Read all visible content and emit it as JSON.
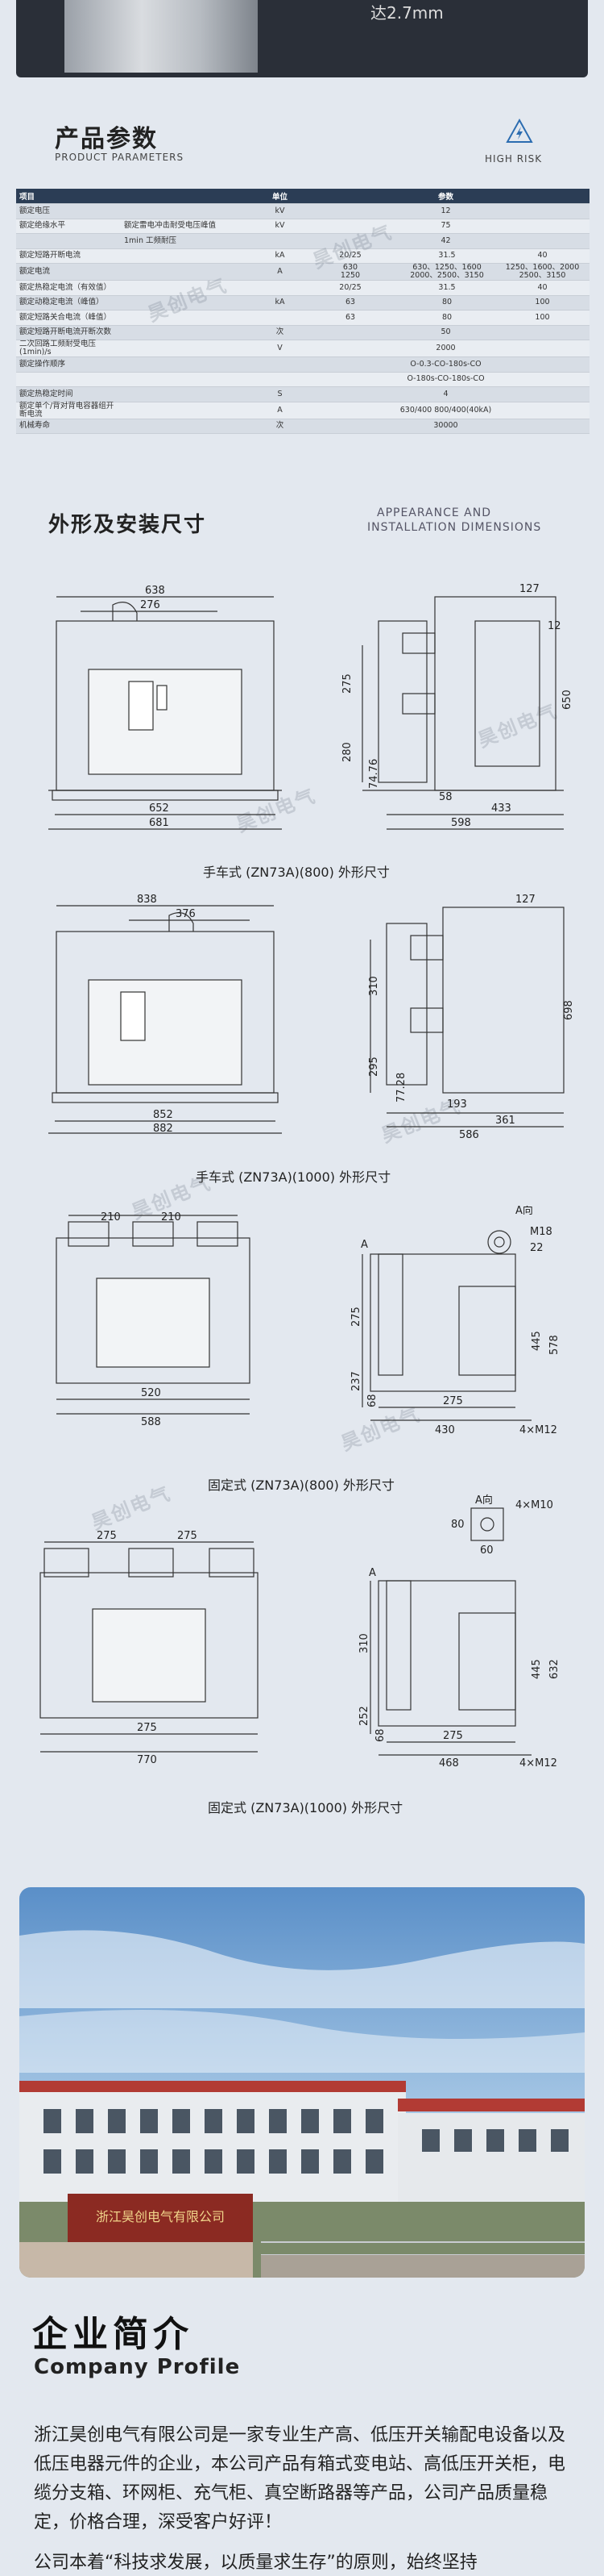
{
  "top": {
    "caption": "达2.7mm"
  },
  "params": {
    "title_cn": "产品参数",
    "title_en": "PRODUCT PARAMETERS",
    "risk_label": "HIGH RISK",
    "header": [
      "项目",
      "单位",
      "参数"
    ],
    "rows": [
      [
        "额定电压",
        "",
        "kV",
        "12",
        "",
        ""
      ],
      [
        "额定绝缘水平",
        "额定雷电冲击耐受电压峰值",
        "kV",
        "75",
        "",
        ""
      ],
      [
        "",
        "1min 工频耐压",
        "",
        "42",
        "",
        ""
      ],
      [
        "额定短路开断电流",
        "",
        "kA",
        "20/25",
        "31.5",
        "40"
      ],
      [
        "额定电流",
        "",
        "A",
        "630\n1250",
        "630、1250、1600\n2000、2500、3150",
        "1250、1600、2000\n2500、3150"
      ],
      [
        "额定热稳定电流（有效值）",
        "",
        "",
        "20/25",
        "31.5",
        "40"
      ],
      [
        "额定动稳定电流（峰值）",
        "",
        "kA",
        "63",
        "80",
        "100"
      ],
      [
        "额定短路关合电流（峰值）",
        "",
        "",
        "63",
        "80",
        "100"
      ],
      [
        "额定短路开断电流开断次数",
        "",
        "次",
        "50",
        "",
        ""
      ],
      [
        "二次回路工频耐受电压 (1min)/s",
        "",
        "V",
        "2000",
        "",
        ""
      ],
      [
        "额定操作顺序",
        "",
        "",
        "O-0.3-CO-180s-CO",
        "",
        ""
      ],
      [
        "",
        "",
        "",
        "O-180s-CO-180s-CO",
        "",
        ""
      ],
      [
        "额定热稳定时间",
        "",
        "S",
        "4",
        "",
        ""
      ],
      [
        "额定单个/背对背电容器组开断电流",
        "",
        "A",
        "630/400 800/400(40kA)",
        "",
        ""
      ],
      [
        "机械寿命",
        "",
        "次",
        "30000",
        "",
        ""
      ]
    ]
  },
  "watermark": "昊创电气",
  "dimensions": {
    "title_cn": "外形及安装尺寸",
    "title_en_1": "APPEARANCE AND",
    "title_en_2": "INSTALLATION DIMENSIONS",
    "fig1": {
      "caption": "手车式 (ZN73A)(800) 外形尺寸",
      "front": [
        "638",
        "276",
        "652",
        "681"
      ],
      "side": [
        "127",
        "12",
        "275",
        "280",
        "74.76",
        "650",
        "58",
        "433",
        "598"
      ]
    },
    "fig2": {
      "caption": "手车式 (ZN73A)(1000) 外形尺寸",
      "front": [
        "838",
        "376",
        "852",
        "882"
      ],
      "side": [
        "127",
        "310",
        "295",
        "77.28",
        "698",
        "193",
        "361",
        "586"
      ]
    },
    "fig3": {
      "caption": "固定式 (ZN73A)(800) 外形尺寸",
      "front": [
        "210",
        "210",
        "520",
        "588"
      ],
      "side": [
        "A",
        "275",
        "237",
        "68",
        "445",
        "578",
        "275",
        "430",
        "4×M12"
      ],
      "detail": [
        "A向",
        "M18",
        "22"
      ]
    },
    "fig4": {
      "caption": "固定式 (ZN73A)(1000) 外形尺寸",
      "front": [
        "275",
        "275",
        "275",
        "770"
      ],
      "side": [
        "A",
        "310",
        "252",
        "68",
        "445",
        "632",
        "275",
        "468",
        "4×M12"
      ],
      "detail": [
        "A向",
        "4×M10",
        "80",
        "60"
      ]
    }
  },
  "company": {
    "sign": "浙江昊创电气有限公司",
    "profile_cn": "企业简介",
    "profile_en": "Company Profile",
    "text": "浙江昊创电气有限公司是一家专业生产高、低压开关输配电设备以及低压电器元件的企业，本公司产品有箱式变电站、高低压开关柜，电缆分支箱、环网柜、充气柜、真空断路器等产品，公司产品质量稳定，价格合理，深受客户好评！",
    "text2": "公司本着“科技求发展，以质量求生存”的原则，始终坚持"
  },
  "colors": {
    "table_header": "#2b3d55",
    "row_odd": "#d7dde5",
    "row_even": "#e9edf2",
    "background": "#e3e8ef"
  }
}
